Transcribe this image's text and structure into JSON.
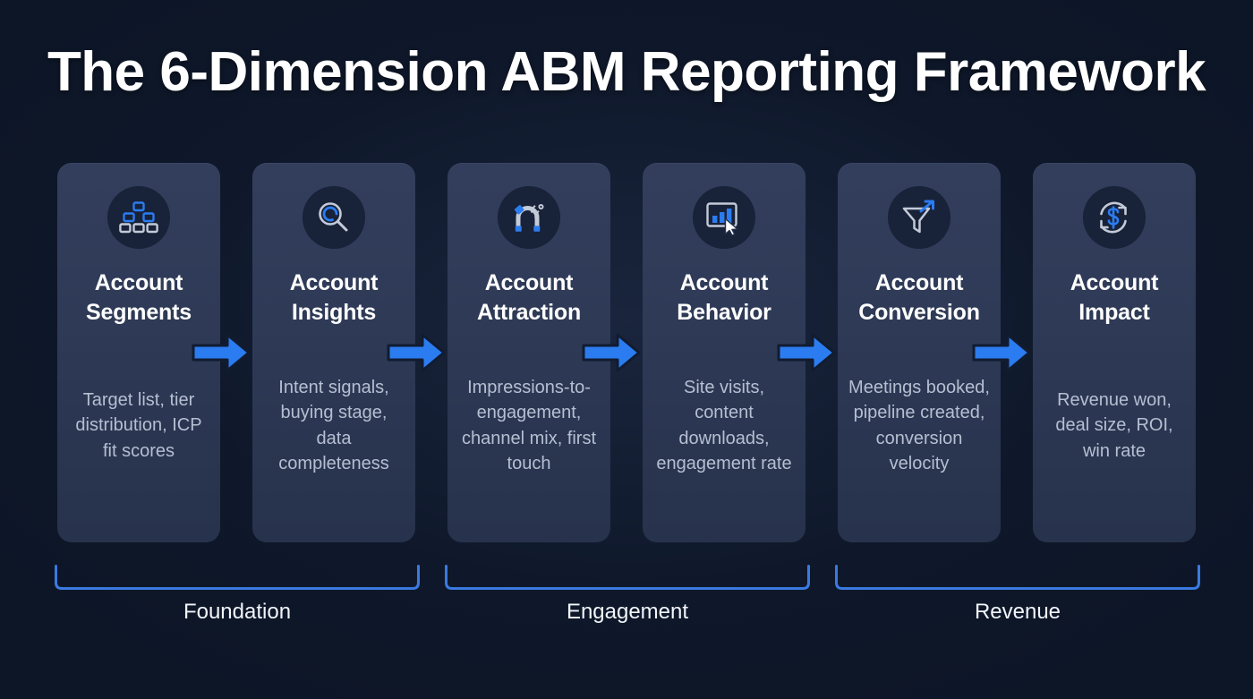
{
  "title": "The 6-Dimension ABM Reporting Framework",
  "theme": {
    "background": "#0d1627",
    "card_background": "#2e3a56",
    "accent_blue": "#2b7cf0",
    "icon_gray": "#c3cad8",
    "title_color": "#ffffff",
    "desc_color": "#b6bfd2",
    "bracket_color": "#3a7ae0"
  },
  "stages": [
    {
      "icon": "pyramid-stack-icon",
      "title": "Account\nSegments",
      "title_line1": "Account",
      "title_line2": "Segments",
      "description": "Target list, tier distribution, ICP fit scores"
    },
    {
      "icon": "magnifying-glass-icon",
      "title": "Account\nInsights",
      "title_line1": "Account",
      "title_line2": "Insights",
      "description": "Intent signals, buying stage, data completeness"
    },
    {
      "icon": "magnet-icon",
      "title": "Account\nAttraction",
      "title_line1": "Account",
      "title_line2": "Attraction",
      "description": "Impressions-to-engagement, channel mix, first touch"
    },
    {
      "icon": "bar-chart-cursor-icon",
      "title": "Account\nBehavior",
      "title_line1": "Account",
      "title_line2": "Behavior",
      "description": "Site visits, content downloads, engagement rate"
    },
    {
      "icon": "funnel-arrow-icon",
      "title": "Account\nConversion",
      "title_line1": "Account",
      "title_line2": "Conversion",
      "description": "Meetings booked, pipeline created, conversion velocity"
    },
    {
      "icon": "dollar-cycle-icon",
      "title": "Account\nImpact",
      "title_line1": "Account",
      "title_line2": "Impact",
      "description": "Revenue won, deal size, ROI, win rate"
    }
  ],
  "connectors": [
    {
      "name": "arrow-1",
      "symbol": "→"
    },
    {
      "name": "arrow-2",
      "symbol": "→"
    },
    {
      "name": "arrow-3",
      "symbol": "→"
    },
    {
      "name": "arrow-4",
      "symbol": "→"
    },
    {
      "name": "arrow-5",
      "symbol": "→"
    }
  ],
  "groups": [
    {
      "label": "Foundation",
      "span_stages": 2
    },
    {
      "label": "Engagement",
      "span_stages": 2
    },
    {
      "label": "Revenue",
      "span_stages": 2
    }
  ]
}
